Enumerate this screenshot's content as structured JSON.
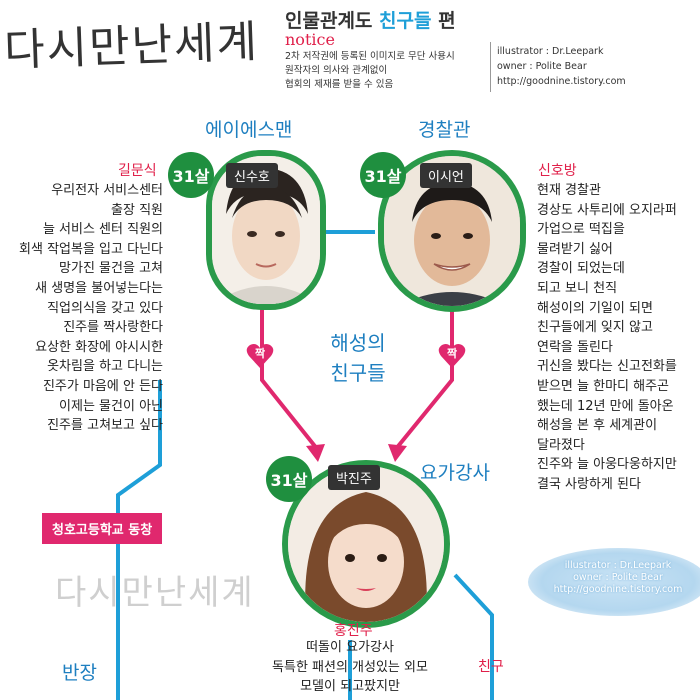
{
  "title": "다시만난세계",
  "header": {
    "prefix": "인물관계도 ",
    "highlight": "친구들",
    "suffix": " 편",
    "notice_title": "notice",
    "notice_lines": [
      "2차 저작권에 등록된 이미지로 무단 사용시",
      "원작자의 의사와 관계없이",
      "협회의 제재를 받을 수 있음"
    ],
    "credits": [
      "illustrator : Dr.Leepark",
      "owner : Polite Bear",
      "http://goodnine.tistory.com"
    ]
  },
  "characters": {
    "shinsuho": {
      "group": "에이에스맨",
      "age": "31살",
      "name": "신수호",
      "role": "길문식",
      "desc": [
        "우리전자 서비스센터",
        "출장 직원",
        "늘 서비스 센터 직원의",
        "회색 작업복을 입고 다닌다",
        "망가진 물건을 고쳐",
        "새 생명을 불어넣는다는",
        "직업의식을 갖고 있다",
        "진주를 짝사랑한다",
        "요상한 화장에 야시시한",
        "옷차림을 하고 다니는",
        "진주가 마음에 안 든다",
        "이제는 물건이 아닌",
        "진주를 고쳐보고 싶다"
      ]
    },
    "lee": {
      "group": "경찰관",
      "age": "31살",
      "name": "이시언",
      "role": "신호방",
      "desc": [
        "현재 경찰관",
        "경상도 사투리에 오지라퍼",
        "가업으로 떡집을",
        "물려받기 싫어",
        "경찰이 되었는데",
        "되고 보니 천직",
        "해성이의 기일이 되면",
        "친구들에게 잊지 않고",
        "연락을 돌린다",
        "귀신을 봤다는 신고전화를",
        "받으면 늘 한마디 해주곤",
        "했는데 12년 만에 돌아온",
        "해성을 본 후 세계관이",
        "달라졌다",
        "진주와 늘 아웅다웅하지만",
        "결국 사랑하게 된다"
      ]
    },
    "jinju": {
      "group": "요가강사",
      "age": "31살",
      "name": "박진주",
      "role": "홍진주",
      "desc": [
        "떠돌이 요가강사",
        "독특한 패션의 개성있는 외모",
        "모델이 되고팠지만"
      ]
    }
  },
  "relations": {
    "crush_label_left": "짝",
    "crush_label_right": "짝",
    "haesung_friends_line1": "해성의",
    "haesung_friends_line2": "친구들",
    "school": "청호고등학교 동창",
    "class_president": "반장",
    "friend": "친구"
  },
  "watermark": "다시만난세계",
  "stamp": [
    "illustrator : Dr.Leepark",
    "owner : Polite Bear",
    "http://goodnine.tistory.com"
  ],
  "colors": {
    "line_blue": "#1e9fd8",
    "line_pink": "#e0286e",
    "circle_green": "#2a9a4a",
    "accent_red": "#e0204a"
  }
}
